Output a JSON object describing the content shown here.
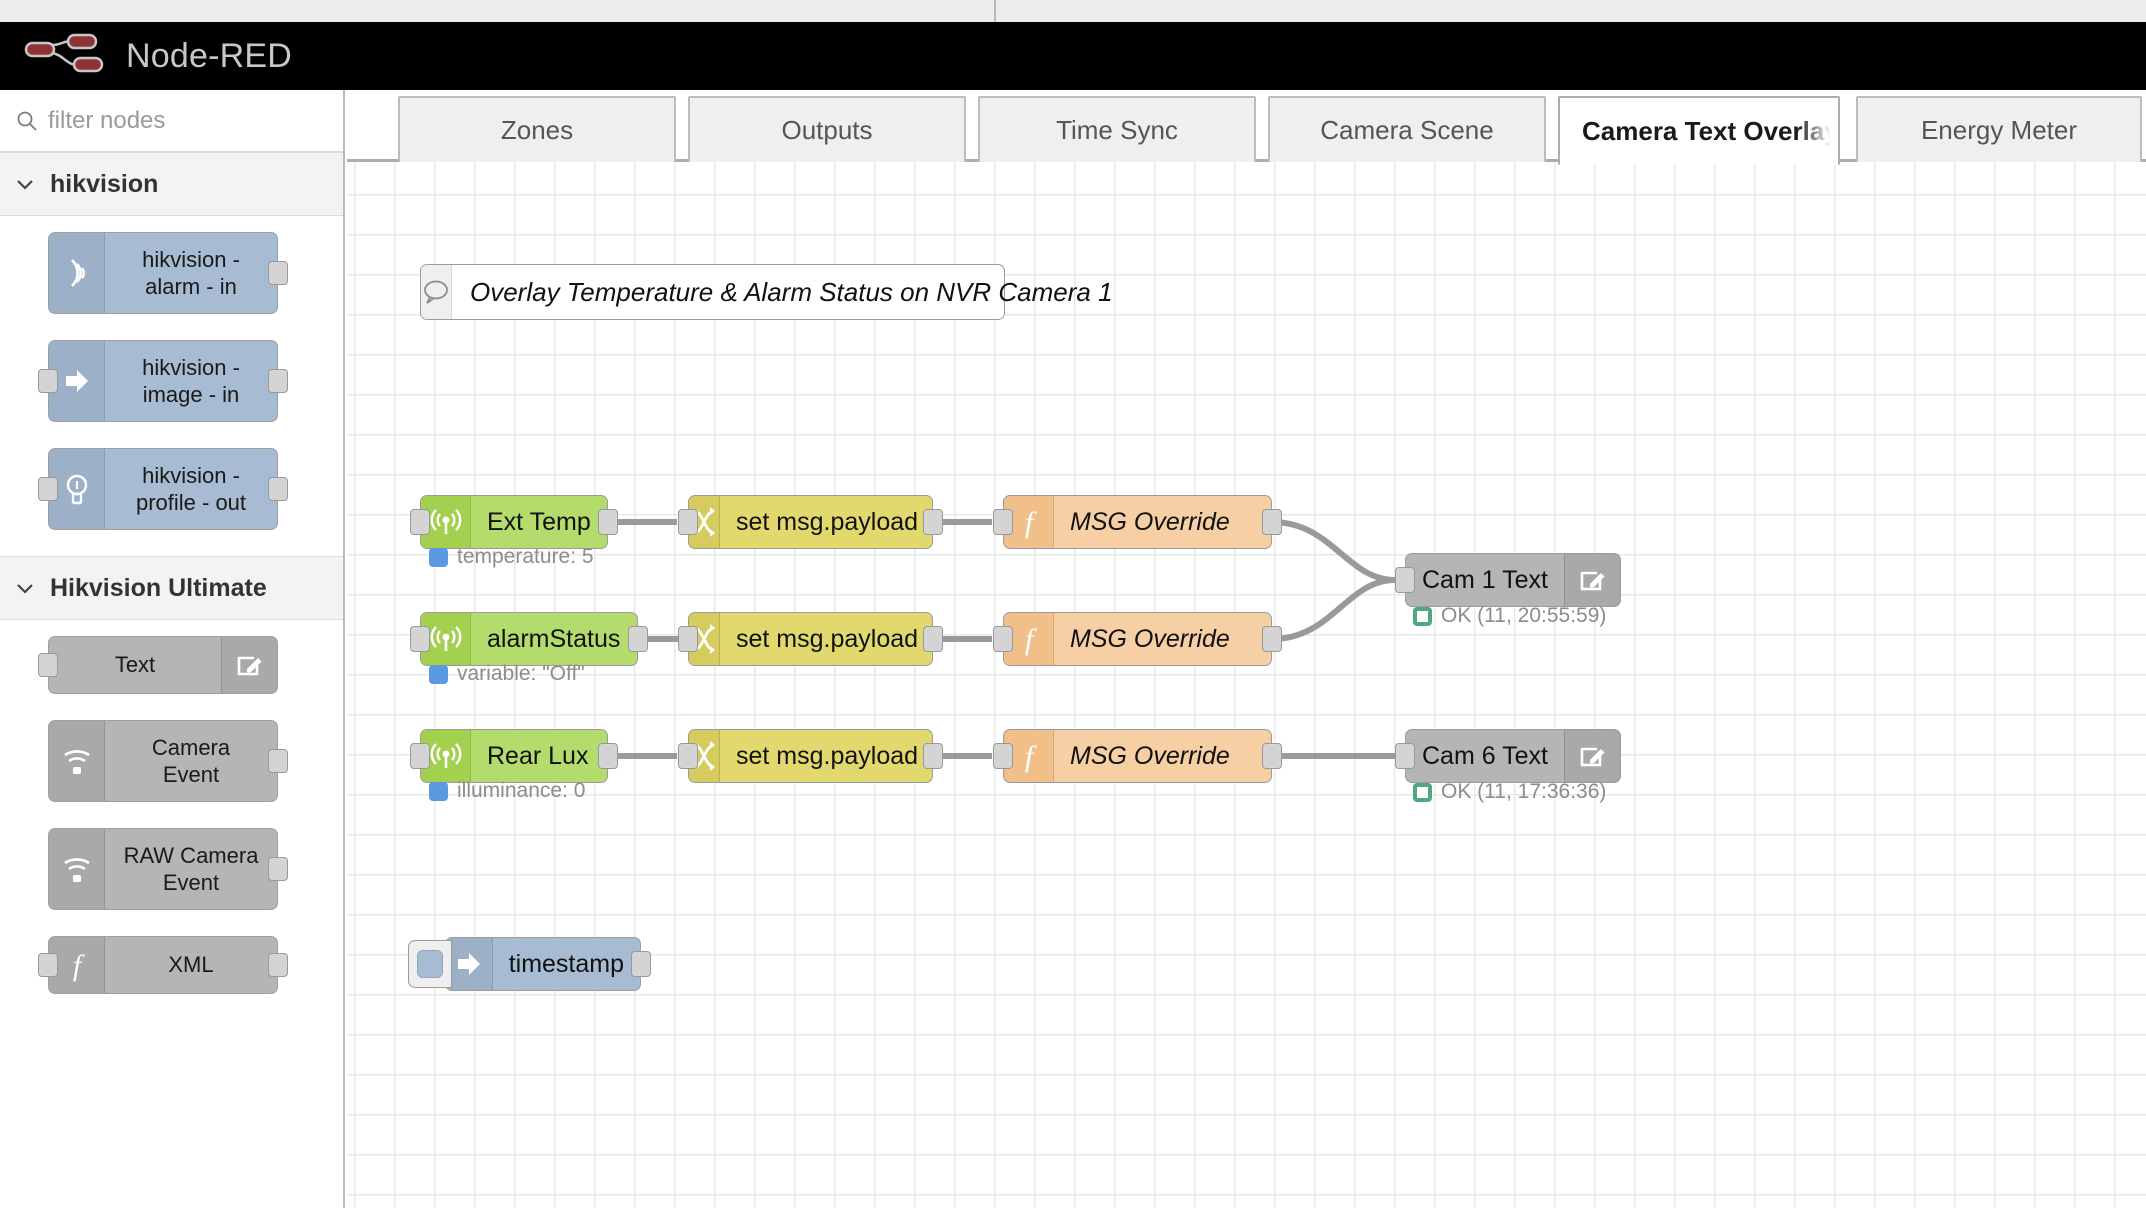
{
  "app": {
    "title": "Node-RED",
    "logo_color": "#8f3233",
    "header_bg": "#000000"
  },
  "palette": {
    "search": {
      "placeholder": "filter nodes",
      "icon": "search-icon"
    },
    "categories": [
      {
        "label": "hikvision",
        "chevron": "chevron-down-icon",
        "nodes": [
          {
            "label": "hikvision -\nalarm - in",
            "color": "blue",
            "icon": "signal-wave-icon",
            "ports": {
              "in": false,
              "out": true
            }
          },
          {
            "label": "hikvision -\nimage - in",
            "color": "blue",
            "icon": "arrow-right-icon",
            "ports": {
              "in": true,
              "out": true
            }
          },
          {
            "label": "hikvision -\nprofile - out",
            "color": "blue",
            "icon": "lightbulb-icon",
            "ports": {
              "in": true,
              "out": true
            }
          }
        ]
      },
      {
        "label": "Hikvision Ultimate",
        "chevron": "chevron-down-icon",
        "nodes": [
          {
            "label": "Text",
            "color": "grey",
            "icon": "edit-pencil-icon",
            "icon_side": "right",
            "ports": {
              "in": true,
              "out": false
            }
          },
          {
            "label": "Camera\nEvent",
            "color": "grey",
            "icon": "wifi-icon",
            "ports": {
              "in": false,
              "out": true
            }
          },
          {
            "label": "RAW Camera\nEvent",
            "color": "grey",
            "icon": "wifi-icon",
            "ports": {
              "in": false,
              "out": true
            }
          },
          {
            "label": "XML",
            "color": "grey",
            "icon": "function-icon",
            "ports": {
              "in": true,
              "out": true
            }
          }
        ]
      }
    ]
  },
  "tabs": [
    {
      "label": "Zones",
      "active": false
    },
    {
      "label": "Outputs",
      "active": false
    },
    {
      "label": "Time Sync",
      "active": false
    },
    {
      "label": "Camera Scene",
      "active": false
    },
    {
      "label": "Camera Text Overlay",
      "active": true
    },
    {
      "label": "Energy Meter",
      "active": false
    }
  ],
  "flow": {
    "comment": {
      "text": "Overlay Temperature & Alarm Status on NVR Camera 1",
      "icon": "comment-bubble-icon"
    },
    "nodes": [
      {
        "id": "ext-temp",
        "label": "Ext Temp",
        "color": "green",
        "icon": "signal-tower-icon",
        "italic": false
      },
      {
        "id": "set-payload-1",
        "label": "set msg.payload",
        "color": "yellow",
        "icon": "change-swap-icon",
        "italic": false
      },
      {
        "id": "msg-override-1",
        "label": "MSG Override",
        "color": "orange",
        "icon": "function-icon",
        "italic": true
      },
      {
        "id": "cam1-text",
        "label": "Cam 1 Text",
        "color": "greynode",
        "icon": "edit-pencil-icon",
        "italic": false
      },
      {
        "id": "alarm-status",
        "label": "alarmStatus",
        "color": "green",
        "icon": "signal-tower-icon",
        "italic": false
      },
      {
        "id": "set-payload-2",
        "label": "set msg.payload",
        "color": "yellow",
        "icon": "change-swap-icon",
        "italic": false
      },
      {
        "id": "msg-override-2",
        "label": "MSG Override",
        "color": "orange",
        "icon": "function-icon",
        "italic": true
      },
      {
        "id": "rear-lux",
        "label": "Rear Lux",
        "color": "green",
        "icon": "signal-tower-icon",
        "italic": false
      },
      {
        "id": "set-payload-3",
        "label": "set msg.payload",
        "color": "yellow",
        "icon": "change-swap-icon",
        "italic": false
      },
      {
        "id": "msg-override-3",
        "label": "MSG Override",
        "color": "orange",
        "icon": "function-icon",
        "italic": true
      },
      {
        "id": "cam6-text",
        "label": "Cam 6 Text",
        "color": "greynode",
        "icon": "edit-pencil-icon",
        "italic": false
      },
      {
        "id": "timestamp",
        "label": "timestamp",
        "color": "bluenode",
        "icon": "arrow-right-icon",
        "italic": false
      }
    ],
    "statuses": [
      {
        "id": "ext-temp-status",
        "text": "temperature: 5",
        "indicator": "blue-square"
      },
      {
        "id": "alarm-status-status",
        "text": "variable: \"Off\"",
        "indicator": "blue-square"
      },
      {
        "id": "rear-lux-status",
        "text": "illuminance: 0",
        "indicator": "blue-square"
      },
      {
        "id": "cam1-text-status",
        "text": "OK (11, 20:55:59)",
        "indicator": "green-ring"
      },
      {
        "id": "cam6-text-status",
        "text": "OK (11, 17:36:36)",
        "indicator": "green-ring"
      }
    ]
  },
  "colors": {
    "green": "#b3dc6c",
    "yellow": "#e2d96e",
    "orange": "#f6cfa4",
    "grey": "#b5b5b5",
    "blue": "#a7bcd2",
    "status_blue": "#5a9ae0",
    "status_green": "#4ea882",
    "wire": "#9a9a9a",
    "grid": "#e8e8e8"
  }
}
